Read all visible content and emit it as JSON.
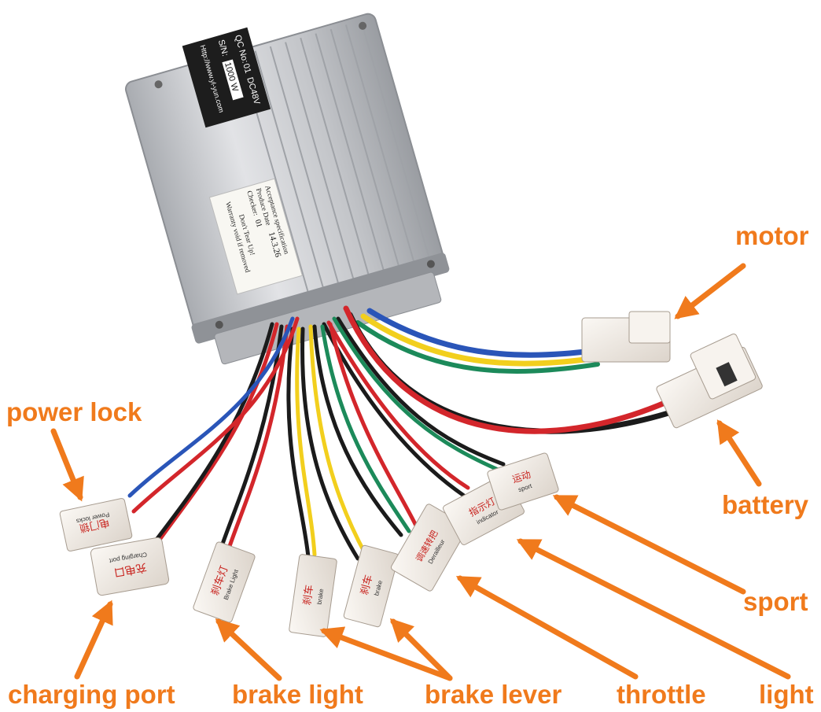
{
  "colors": {
    "accent": "#f07a1c",
    "housing": "#c9cbcf",
    "wire_red": "#d3262b",
    "wire_blue": "#2a55b8",
    "wire_yellow": "#f2cf1d",
    "wire_green": "#1c8a5a",
    "wire_black": "#1b1b1b",
    "connector": "#efe9e2"
  },
  "controller": {
    "qc_label": "QC No:",
    "qc_value": "01",
    "voltage": "DC48V",
    "sn_label": "S/N:",
    "sn_value": "1000 W",
    "url": "Http://www.yl-yun.com",
    "sticker": {
      "line1": "Acceptance specification",
      "line2": "Produce Date",
      "date_value": "14.3.26",
      "line3": "Checker:",
      "checker_value": "01",
      "line4": "Don't Tear Up!",
      "line5": "Warranty void if removed"
    }
  },
  "connectors": {
    "power_lock": {
      "cn": "电门锁",
      "en": "Power locks"
    },
    "charging": {
      "cn": "充电口",
      "en": "Charging port"
    },
    "brake_light": {
      "cn": "刹车灯",
      "en": "Brake Light"
    },
    "brake_left": {
      "cn": "刹车",
      "en": "brake"
    },
    "brake_right": {
      "cn": "刹车",
      "en": "brake"
    },
    "derailleur": {
      "cn": "调速转把",
      "en": "Derailleur"
    },
    "indicator": {
      "cn": "指示灯",
      "en": "indicator"
    },
    "sport": {
      "cn": "运动",
      "en": "sport"
    }
  },
  "labels": {
    "motor": "motor",
    "battery": "battery",
    "power_lock": "power lock",
    "sport": "sport",
    "charging_port": "charging port",
    "brake_light": "brake light",
    "brake_lever": "brake lever",
    "throttle": "throttle",
    "light": "light"
  }
}
